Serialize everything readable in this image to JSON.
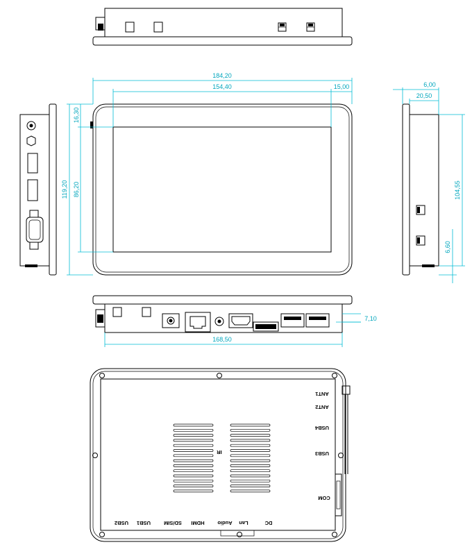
{
  "dimensions": {
    "overall_width": "184,20",
    "screen_width": "154,40",
    "right_offset": "15,00",
    "top_offset": "16,30",
    "overall_height": "119,20",
    "screen_height": "86,20",
    "depth_total": "6,00",
    "depth_body": "20,50",
    "side_height": "104,55",
    "side_bottom": "6,60",
    "bottom_depth": "7,10",
    "bottom_width": "168,50"
  },
  "back_labels": {
    "ant1": "ANT1",
    "ant2": "ANT2",
    "usb4": "USB4",
    "usb3": "USB3",
    "com": "COM",
    "ir": "IR",
    "dc": "DC",
    "lan": "Lan",
    "audio": "Audio",
    "hdmi": "HDMI",
    "sdsim": "SD/SIM",
    "usb1": "USB1",
    "usb2": "USB2"
  },
  "colors": {
    "outline": "#000000",
    "dimension": "#00bcd4"
  }
}
